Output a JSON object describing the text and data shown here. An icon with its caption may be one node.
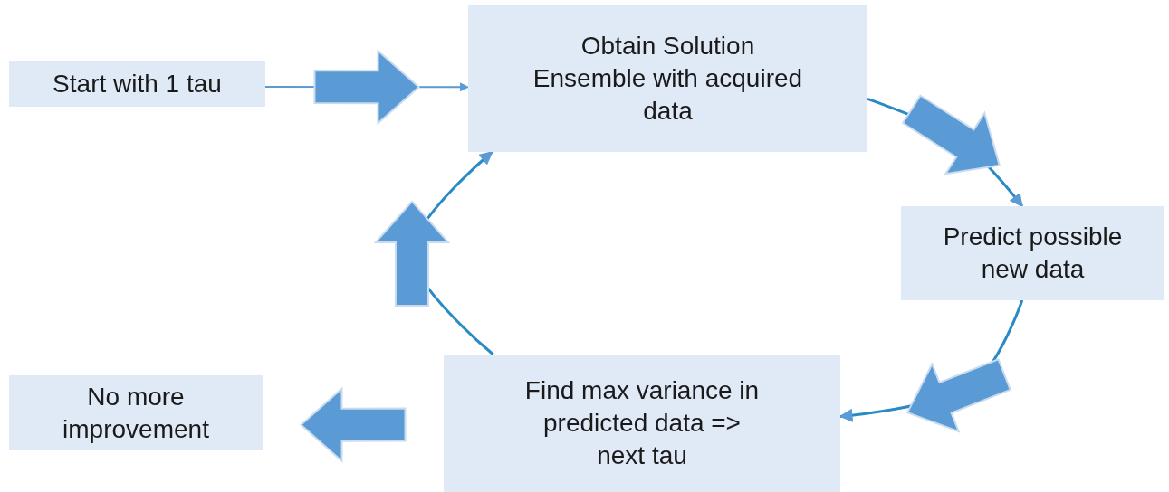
{
  "diagram": {
    "nodes": [
      {
        "text": [
          "Start with 1 tau"
        ]
      },
      {
        "text": [
          "Obtain Solution Ensemble with acquired data"
        ]
      },
      {
        "text": [
          "Predict possible new data"
        ]
      },
      {
        "text": [
          "Find max variance in predicted data => next tau"
        ]
      },
      {
        "text": [
          "No more improvement"
        ]
      }
    ],
    "edges": [
      {
        "from": 0,
        "to": 1,
        "arrow": "to"
      },
      {
        "from": 1,
        "to": 2,
        "arrow": "to"
      },
      {
        "from": 2,
        "to": 3,
        "arrow": "to"
      },
      {
        "from": 3,
        "to": 1,
        "arrow": "to"
      },
      {
        "from": 3,
        "to": 4,
        "arrow": "to"
      }
    ]
  }
}
